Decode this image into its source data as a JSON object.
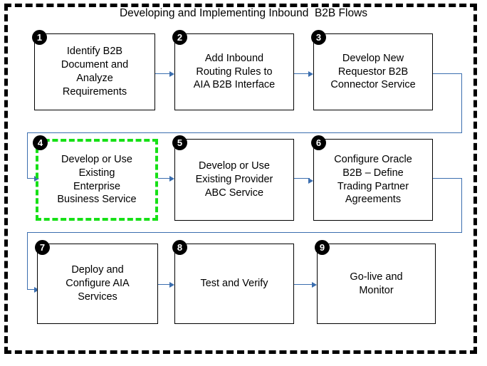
{
  "diagram": {
    "title": "Developing and Implementing Inbound  B2B Flows",
    "type": "flowchart",
    "orientation": "left-to-right, wrapping rows",
    "frame_style": "thick black dashed border",
    "colors": {
      "box_border": "#000000",
      "box_fill": "#ffffff",
      "badge_fill": "#000000",
      "badge_text": "#ffffff",
      "connector": "#3B6EAF",
      "highlight": "#16E016",
      "frame": "#000000",
      "text": "#000000"
    },
    "steps": [
      {
        "number": "1",
        "label": "Identify B2B\nDocument and\nAnalyze\nRequirements",
        "highlighted": false
      },
      {
        "number": "2",
        "label": "Add Inbound\nRouting Rules to\nAIA B2B Interface",
        "highlighted": false
      },
      {
        "number": "3",
        "label": "Develop New\nRequestor B2B\nConnector Service",
        "highlighted": false
      },
      {
        "number": "4",
        "label": "Develop or Use\nExisting\nEnterprise\nBusiness Service",
        "highlighted": true
      },
      {
        "number": "5",
        "label": "Develop or Use\nExisting Provider\nABC Service",
        "highlighted": false
      },
      {
        "number": "6",
        "label": "Configure Oracle\nB2B – Define\nTrading Partner\nAgreements",
        "highlighted": false
      },
      {
        "number": "7",
        "label": "Deploy and\nConfigure AIA\nServices",
        "highlighted": false
      },
      {
        "number": "8",
        "label": "Test and Verify",
        "highlighted": false
      },
      {
        "number": "9",
        "label": "Go-live and\nMonitor",
        "highlighted": false
      }
    ],
    "connections": [
      {
        "from": "1",
        "to": "2",
        "kind": "straight-arrow"
      },
      {
        "from": "2",
        "to": "3",
        "kind": "straight-arrow"
      },
      {
        "from": "3",
        "to": "4",
        "kind": "wrap-arrow"
      },
      {
        "from": "4",
        "to": "5",
        "kind": "straight-arrow"
      },
      {
        "from": "5",
        "to": "6",
        "kind": "straight-arrow"
      },
      {
        "from": "6",
        "to": "7",
        "kind": "wrap-arrow"
      },
      {
        "from": "7",
        "to": "8",
        "kind": "straight-arrow"
      },
      {
        "from": "8",
        "to": "9",
        "kind": "straight-arrow"
      }
    ]
  }
}
